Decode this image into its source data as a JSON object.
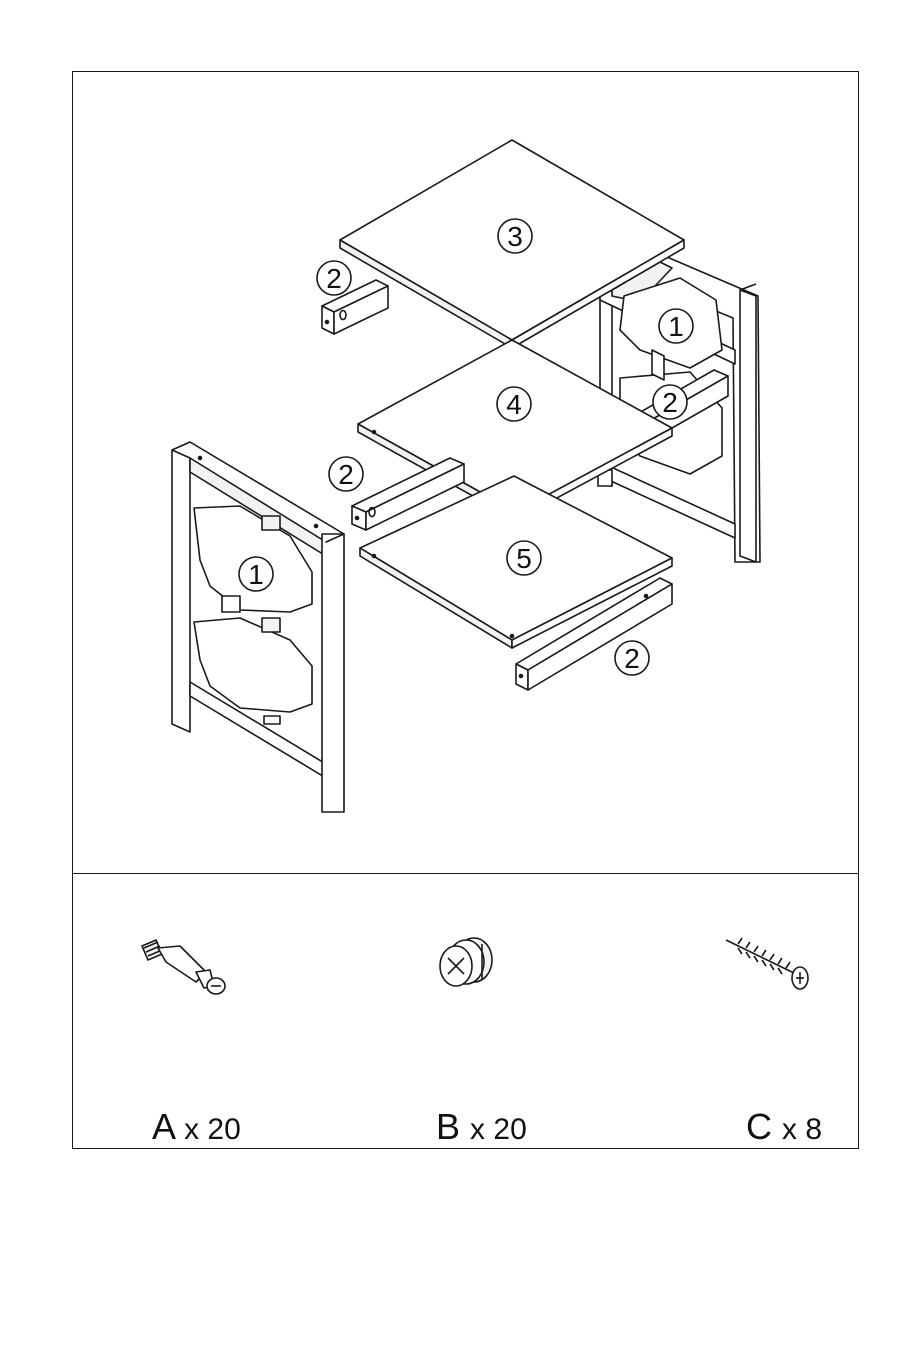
{
  "parts": {
    "side_panel_left": "1",
    "side_panel_right": "1",
    "rail_top_left": "2",
    "rail_top_right": "2",
    "rail_mid_left": "2",
    "rail_bottom": "2",
    "top_panel": "3",
    "middle_shelf": "4",
    "bottom_shelf": "5"
  },
  "hardware": [
    {
      "letter": "A",
      "qty_text": "x 20",
      "icon": "cam-bolt-icon"
    },
    {
      "letter": "B",
      "qty_text": "x 20",
      "icon": "cam-lock-icon"
    },
    {
      "letter": "C",
      "qty_text": "x 8",
      "icon": "wood-screw-icon"
    }
  ],
  "colors": {
    "line": "#1a1a1a",
    "fill": "#ffffff",
    "shade": "#f2f2f2"
  }
}
